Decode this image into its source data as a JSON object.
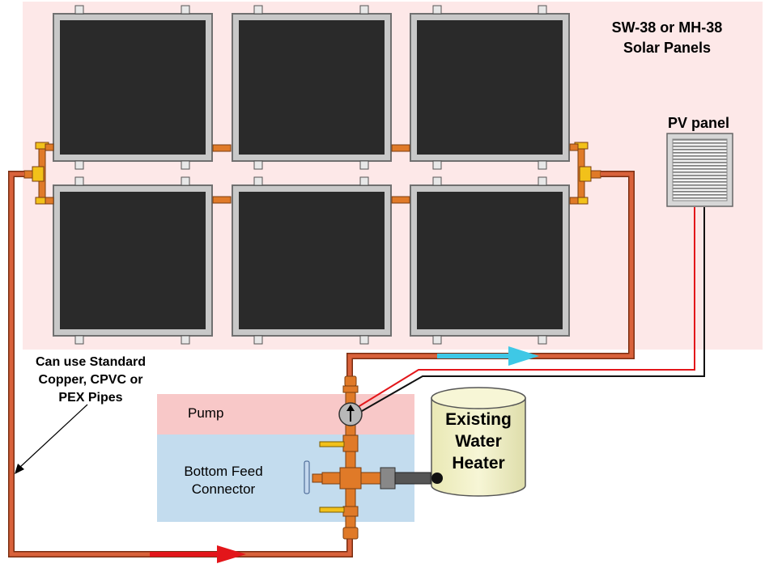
{
  "labels": {
    "panels_line1": "SW-38 or MH-38",
    "panels_line2": "Solar Panels",
    "pv_panel": "PV panel",
    "pipes_line1": "Can use Standard",
    "pipes_line2": "Copper, CPVC or",
    "pipes_line3": "PEX Pipes",
    "pump": "Pump",
    "connector_line1": "Bottom Feed",
    "connector_line2": "Connector",
    "heater_line1": "Existing",
    "heater_line2": "Water",
    "heater_line3": "Heater"
  },
  "colors": {
    "panel_zone": "#fde8e8",
    "pump_zone": "#f8c8c8",
    "connector_zone": "#c3dcee",
    "pipe": "#d9623b",
    "hot_flow_arrow": "#3ec8e6",
    "cold_flow_arrow": "#e3161a",
    "panel_frame": "#c8c8c8",
    "panel_absorber": "#2a2a2a",
    "heater_body": "#f3f2c9",
    "fitting": "#e07a28"
  },
  "panels": [
    {
      "row": 1,
      "col": 1
    },
    {
      "row": 1,
      "col": 2
    },
    {
      "row": 1,
      "col": 3
    },
    {
      "row": 2,
      "col": 1
    },
    {
      "row": 2,
      "col": 2
    },
    {
      "row": 2,
      "col": 3
    }
  ]
}
